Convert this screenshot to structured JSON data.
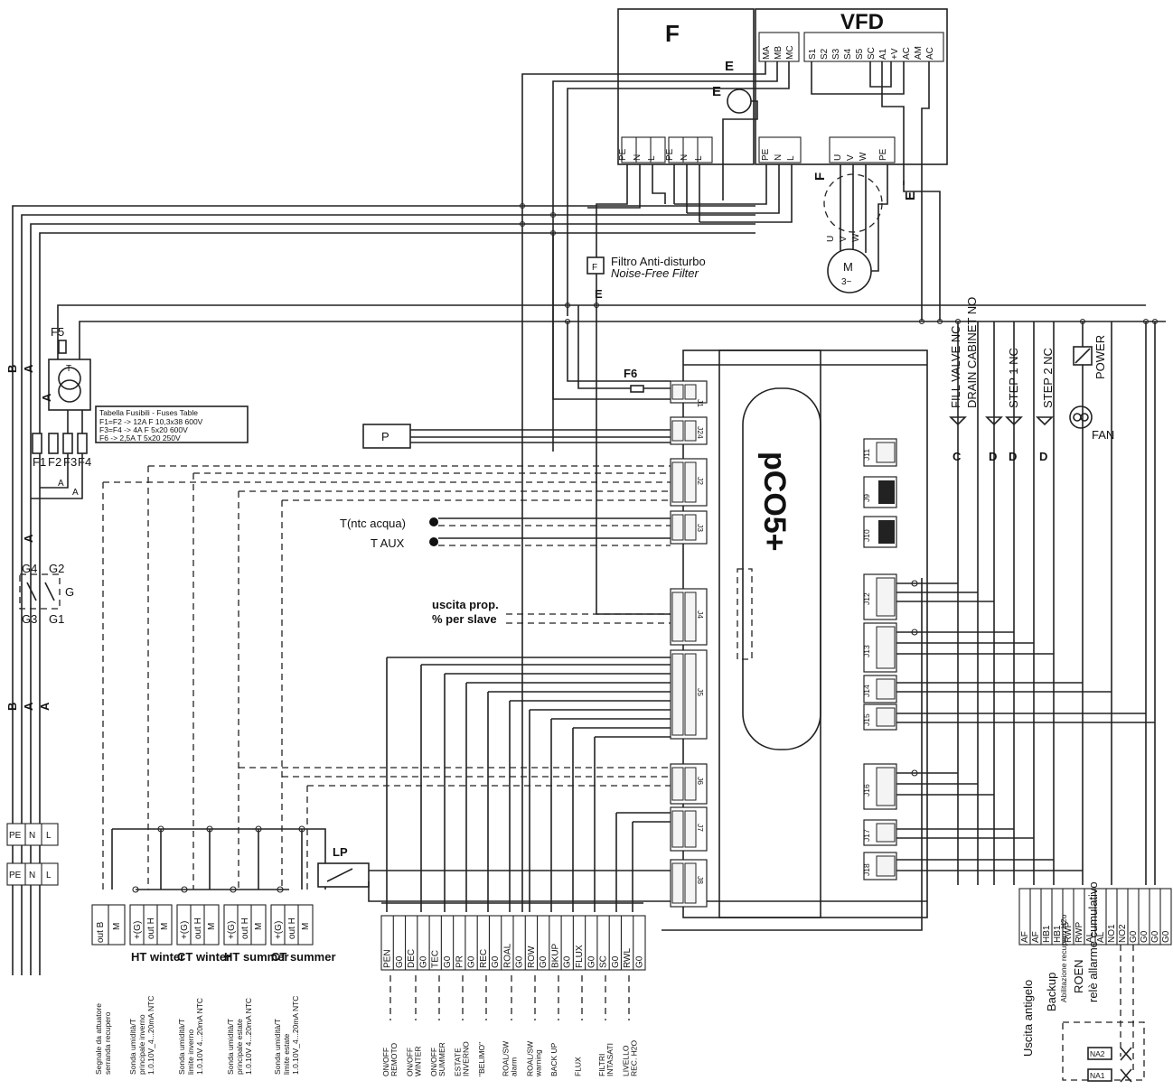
{
  "controller": {
    "name": "pCO5+"
  },
  "vfd": {
    "title": "VFD",
    "top_terminals": [
      "MA",
      "MB",
      "MC",
      "S1",
      "S2",
      "S3",
      "S4",
      "S5",
      "SC",
      "A1",
      "+V",
      "AC",
      "AM",
      "AC"
    ],
    "bottom_terminals": [
      "PE",
      "N",
      "L",
      "U",
      "V",
      "W",
      "PE"
    ]
  },
  "filter_box": {
    "title": "F",
    "terminals": [
      "PE",
      "N",
      "L",
      "PE",
      "N",
      "L"
    ]
  },
  "wire_labels": {
    "e1": "E",
    "e2": "E",
    "e3": "E",
    "e4": "E",
    "f_motor": "F"
  },
  "motor": {
    "label": "M",
    "phase": "3~",
    "phase_letters": [
      "U",
      "V",
      "W"
    ]
  },
  "noise_filter": {
    "symbol": "F",
    "title": "Filtro Anti-disturbo",
    "subtitle": "Noise-Free Filter"
  },
  "fuses": {
    "table_title": "Tabella Fusibili - Fuses Table",
    "table_lines": [
      "F1=F2 -> 12A F 10,3x38 600V",
      "F3=F4 -> 4A F 5x20 600V",
      "F6 -> 2,5A T 5x20 250V"
    ],
    "labels": [
      "F1",
      "F2",
      "F3",
      "F4"
    ],
    "f5": "F5",
    "f6": "F6",
    "transformer": "T"
  },
  "switch": {
    "labels": [
      "G4",
      "G2",
      "G3",
      "G1",
      "G"
    ]
  },
  "left_bus": {
    "labels": [
      "B",
      "A",
      "A",
      "A",
      "A",
      "B",
      "A",
      "A",
      "A"
    ],
    "terminals_top": [
      "PE",
      "N",
      "L"
    ],
    "terminals_bottom": [
      "PE",
      "N",
      "L"
    ]
  },
  "connectors_left": [
    "J1",
    "J24",
    "J2",
    "J3",
    "J4",
    "J5",
    "J6",
    "J7",
    "J8"
  ],
  "connectors_right": [
    "J11",
    "J9",
    "J10",
    "J12",
    "J13",
    "J14",
    "J15",
    "J16",
    "J17",
    "J18"
  ],
  "pressure": {
    "label": "P"
  },
  "sensors": {
    "t_water": "T(ntc acqua)",
    "t_aux": "T AUX"
  },
  "slave_output": {
    "line1": "uscita prop.",
    "line2": "% per slave"
  },
  "lp": {
    "label": "LP"
  },
  "analog_blocks": [
    {
      "terminals": [
        "out B",
        "M"
      ],
      "name": "",
      "desc": [
        "Segnale da attuatore",
        "serranda recupero"
      ]
    },
    {
      "terminals": [
        "+(G)",
        "out H",
        "M"
      ],
      "name": "HT winter",
      "desc": [
        "Sonda umidità/T",
        "principale inverno",
        "1.0.10V_4...20mA NTC"
      ]
    },
    {
      "terminals": [
        "+(G)",
        "out H",
        "M"
      ],
      "name": "CT winter",
      "desc": [
        "Sonda umidità/T",
        "limite inverno",
        "1.0.10V 4...20mA NTC"
      ]
    },
    {
      "terminals": [
        "+(G)",
        "out H",
        "M"
      ],
      "name": "HT summer",
      "desc": [
        "Sonda umidità/T",
        "principale estate",
        "1.0.10V 4...20mA NTC"
      ]
    },
    {
      "terminals": [
        "+(G)",
        "out H",
        "M"
      ],
      "name": "CT summer",
      "desc": [
        "Sonda umidità/T",
        "limite estate",
        "1.0.10V_4...20mA NTC"
      ]
    }
  ],
  "digital_inputs": {
    "terminals": [
      "PEN",
      "G0",
      "DEC",
      "G0",
      "TEC",
      "G0",
      "PR",
      "G0",
      "REC",
      "G0",
      "ROAL",
      "G0",
      "ROW",
      "G0",
      "BKUP",
      "G0",
      "FLUX",
      "G0",
      "SC",
      "G0",
      "RWL",
      "G0"
    ],
    "descriptions": [
      [
        "ON/OFF",
        "REMOTO"
      ],
      [
        "ON/OFF",
        "WINTER"
      ],
      [
        "ON/OFF",
        "SUMMER"
      ],
      [
        "ESTATE",
        "INVERNO"
      ],
      [
        "\"BELIMO\""
      ],
      [
        "ROAL/SW",
        "alarm"
      ],
      [
        "ROAL/SW",
        "warning"
      ],
      [
        "BACK UP"
      ],
      [
        "FLUX"
      ],
      [
        "FILTRI",
        "INTASATI"
      ],
      [
        "LIVELLO",
        "REC. H2O"
      ]
    ]
  },
  "outputs_right": {
    "labels": [
      "FILL VALVE NC",
      "DRAIN CABINET NO",
      "STEP 1 NC",
      "STEP 2 NC",
      "POWER",
      "FAN"
    ],
    "letters": [
      "C",
      "D",
      "D",
      "D"
    ]
  },
  "right_terminals": {
    "terminals": [
      "AF",
      "AF",
      "HB1",
      "HB1",
      "RWP",
      "RWP",
      "AL",
      "AL",
      "NO1",
      "NO2",
      "G0",
      "G0",
      "G0",
      "G0"
    ],
    "descriptions": [
      "Uscita antigelo",
      "Backup",
      "Abilitazione recupero H2o",
      "ROEN",
      "relè allarme cumulativo"
    ],
    "relays": [
      "NA2",
      "NA1"
    ]
  }
}
